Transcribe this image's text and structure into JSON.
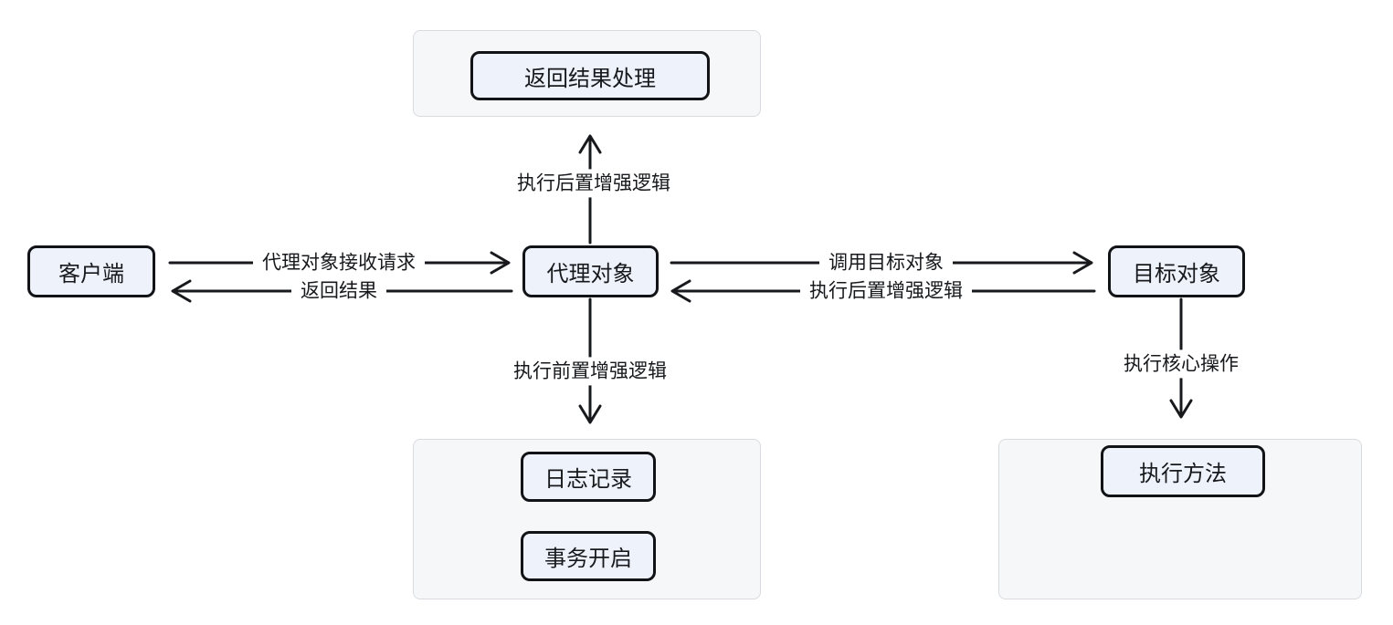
{
  "diagram": {
    "type": "flowchart",
    "topic": "proxy-pattern-call-flow",
    "nodes": {
      "client": {
        "label": "客户端"
      },
      "proxy": {
        "label": "代理对象"
      },
      "target": {
        "label": "目标对象"
      },
      "result_handling": {
        "label": "返回结果处理"
      },
      "logging": {
        "label": "日志记录"
      },
      "transaction": {
        "label": "事务开启"
      },
      "execute_method": {
        "label": "执行方法"
      }
    },
    "edges": {
      "client_to_proxy": {
        "label": "代理对象接收请求",
        "direction": "right"
      },
      "proxy_to_client": {
        "label": "返回结果",
        "direction": "left"
      },
      "proxy_to_target": {
        "label": "调用目标对象",
        "direction": "right"
      },
      "target_to_proxy": {
        "label": "执行后置增强逻辑",
        "direction": "left"
      },
      "proxy_up": {
        "label": "执行后置增强逻辑",
        "direction": "up"
      },
      "proxy_down": {
        "label": "执行前置增强逻辑",
        "direction": "down"
      },
      "target_down": {
        "label": "执行核心操作",
        "direction": "down"
      }
    },
    "colors": {
      "node_fill": "#EEF2FB",
      "node_border": "#111317",
      "container_fill": "#F6F7F9",
      "container_border": "#D8DBDF",
      "arrow": "#17191C",
      "text": "#17191C",
      "background": "#FFFFFF"
    }
  }
}
